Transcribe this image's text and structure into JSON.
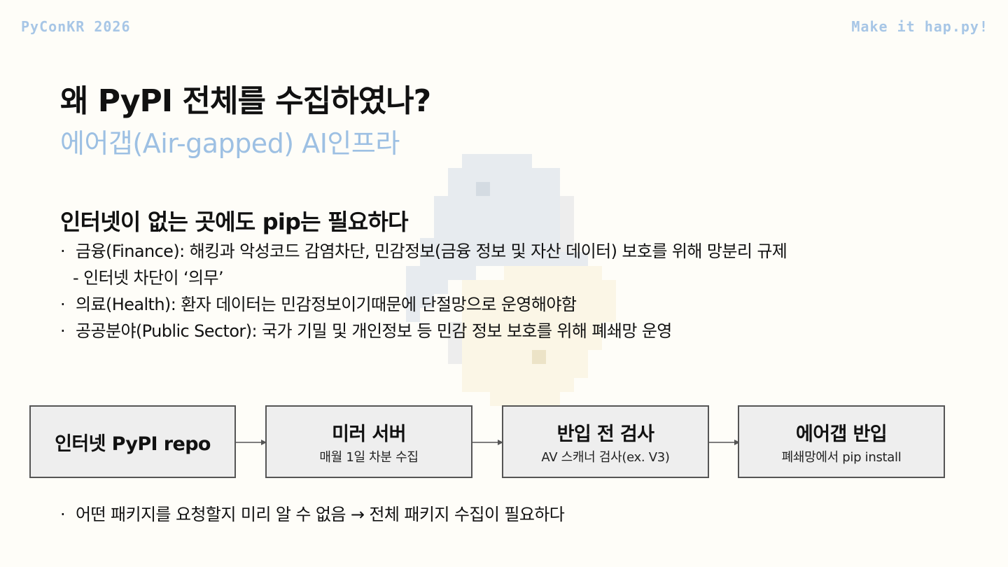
{
  "header": {
    "left": "PyConKR 2026",
    "right": "Make it hap.py!"
  },
  "title": "왜 PyPI 전체를 수집하였나?",
  "subtitle": "에어갭(Air-gapped) AI인프라",
  "section_heading": "인터넷이 없는 곳에도 pip는 필요하다",
  "bullet_marker": "·",
  "bullets": [
    "금융(Finance): 해킹과 악성코드 감염차단, 민감정보(금융 정보 및 자산 데이터) 보호를 위해 망분리 규제",
    "- 인터넷 차단이 ‘의무’",
    "의료(Health): 환자 데이터는 민감정보이기때문에 단절망으로 운영해야함",
    "공공분야(Public Sector): 국가 기밀 및 개인정보 등 민감 정보 보호를 위해 폐쇄망 운영"
  ],
  "flow": [
    {
      "title": "인터넷 PyPI repo",
      "sub": ""
    },
    {
      "title": "미러 서버",
      "sub": "매월 1일 차분 수집"
    },
    {
      "title": "반입 전 검사",
      "sub": "AV 스캐너 검사(ex. V3)"
    },
    {
      "title": "에어갭 반입",
      "sub": "폐쇄망에서 pip install"
    }
  ],
  "conclusion": "어떤 패키지를 요청할지 미리 알 수 없음 → 전체 패키지 수집이 필요하다",
  "colors": {
    "background": "#fefdf8",
    "header_accent": "#a7c6e6",
    "subtitle": "#9dc0e3",
    "box_fill": "#eeeeee",
    "box_border": "#555555"
  },
  "icons": {
    "background_logo": "pixel-python-logo-icon",
    "flow_arrow": "arrow-right-icon"
  }
}
